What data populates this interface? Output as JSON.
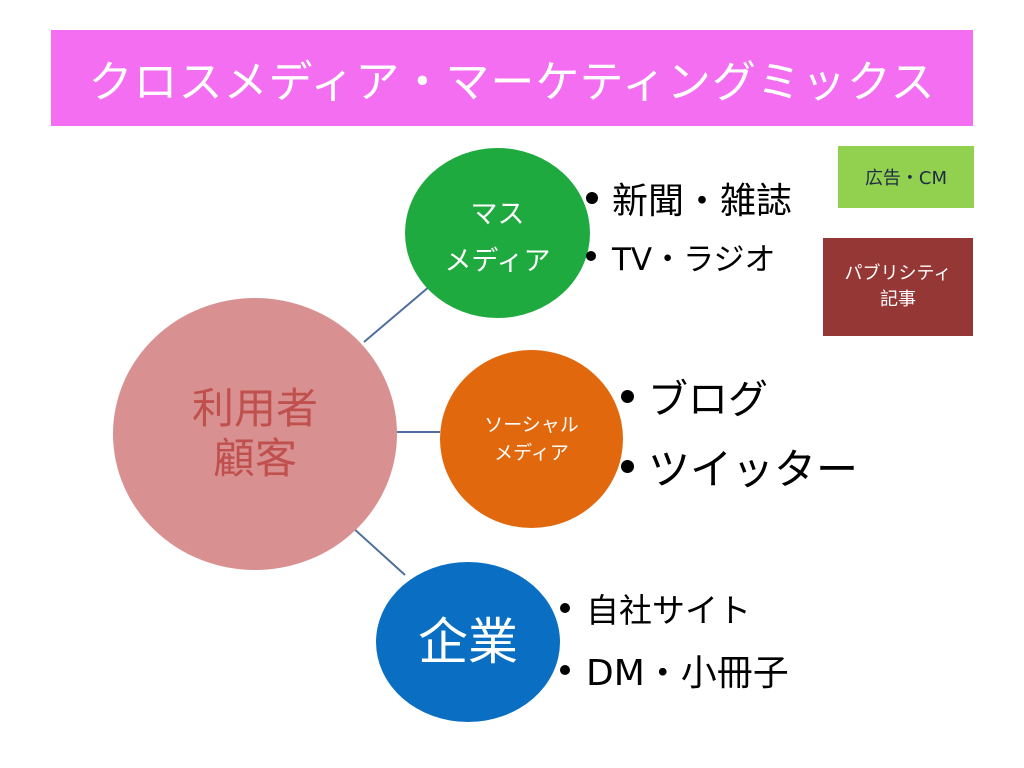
{
  "title": "クロスメディア・マーケティングミックス",
  "center": {
    "line1": "利用者",
    "line2": "顧客"
  },
  "mass_media": {
    "line1": "マス",
    "line2": "メディア",
    "items": [
      "新聞・雑誌",
      "TV・ラジオ"
    ]
  },
  "social_media": {
    "line1": "ソーシャル",
    "line2": "メディア",
    "items": [
      "ブログ",
      "ツイッター"
    ]
  },
  "company": {
    "label": "企業",
    "items": [
      "自社サイト",
      "DM・小冊子"
    ]
  },
  "tags": {
    "ad": "広告・CM",
    "publicity_line1": "パブリシティ",
    "publicity_line2": "記事"
  },
  "colors": {
    "title_bg": "#f36ef0",
    "center": "#d99090",
    "center_text": "#c0504d",
    "mass": "#1faa3f",
    "social": "#e2680e",
    "company": "#0a6fc2",
    "ad_tag": "#92d050",
    "publicity_tag": "#953735",
    "connector": "#4f6fa0"
  }
}
